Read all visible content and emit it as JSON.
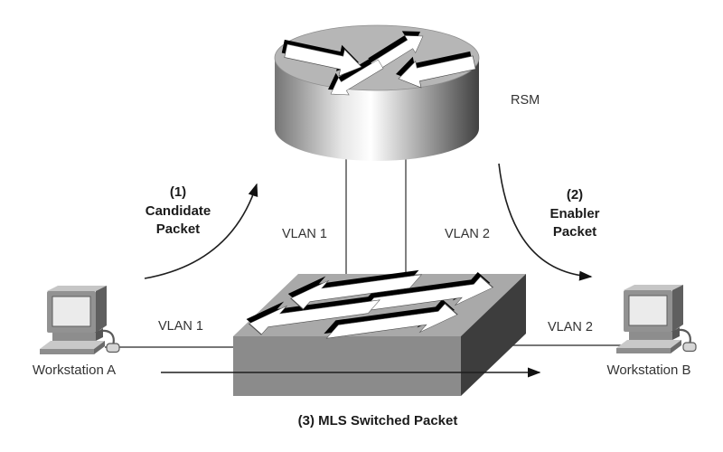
{
  "diagram": {
    "description": "MLS packet flow between two VLANs through a switch and RSM router",
    "router": {
      "label": "RSM",
      "icon": "router-icon"
    },
    "switch": {
      "icon": "switch-icon"
    },
    "workstations": {
      "a": {
        "label": "Workstation A",
        "icon": "workstation-icon"
      },
      "b": {
        "label": "Workstation B",
        "icon": "workstation-icon"
      }
    },
    "links": {
      "trunk_vlan1": "VLAN 1",
      "trunk_vlan2": "VLAN 2",
      "access_vlan1": "VLAN 1",
      "access_vlan2": "VLAN 2"
    },
    "flows": {
      "candidate": {
        "number": "(1)",
        "name1": "Candidate",
        "name2": "Packet"
      },
      "enabler": {
        "number": "(2)",
        "name1": "Enabler",
        "name2": "Packet"
      },
      "switched": {
        "label": "(3) MLS Switched Packet"
      }
    },
    "colors": {
      "background": "#ffffff",
      "line": "#3a3a3a",
      "text": "#333333",
      "bold_text": "#1b1b1b",
      "router_top": "#b6b6b6",
      "switch_top": "#a9a9a9",
      "switch_front": "#8b8b8b",
      "switch_side": "#3d3d3d",
      "device_arrow_fill": "#ffffff",
      "device_arrow_shadow": "#000000"
    }
  }
}
